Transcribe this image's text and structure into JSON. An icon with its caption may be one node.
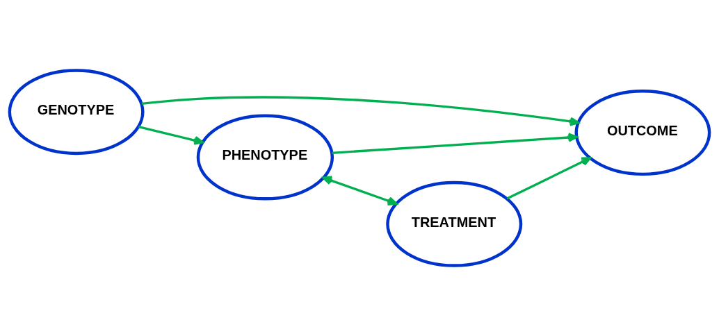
{
  "diagram": {
    "nodes": [
      {
        "text": [
          "GENOTYPE"
        ]
      },
      {
        "text": [
          "OUTCOME"
        ]
      },
      {
        "text": [
          "PHENOTYPE"
        ]
      },
      {
        "text": [
          "TREATMENT"
        ]
      }
    ],
    "edges": [
      {
        "from": 0,
        "to": 1,
        "arrow": "to"
      },
      {
        "from": 0,
        "to": 2,
        "arrow": "to"
      },
      {
        "from": 2,
        "to": 1,
        "arrow": "to"
      },
      {
        "from": 2,
        "to": 3,
        "arrow": "both"
      },
      {
        "from": 3,
        "to": 1,
        "arrow": "to"
      }
    ]
  }
}
